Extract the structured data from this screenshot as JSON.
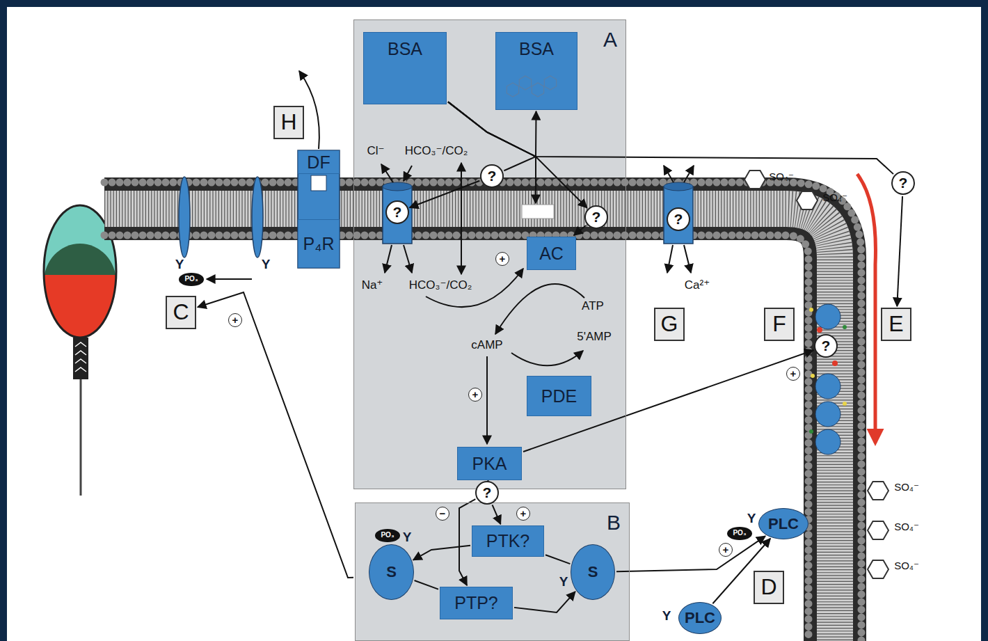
{
  "diagram": {
    "nodes": [
      {
        "text": [
          "A"
        ]
      },
      {
        "text": [
          "BSA"
        ],
        "in": 0
      },
      {
        "text": [
          "BSA"
        ],
        "in": 0
      },
      {
        "text": [
          "AC"
        ],
        "in": 0
      },
      {
        "text": [
          "PDE"
        ],
        "in": 0
      },
      {
        "text": [
          "PKA"
        ],
        "in": 0
      },
      {
        "text": [
          "B"
        ]
      },
      {
        "text": [
          "PTK?"
        ],
        "in": 6
      },
      {
        "text": [
          "PTP?"
        ],
        "in": 6
      },
      {
        "text": [
          "S"
        ],
        "in": 6
      },
      {
        "text": [
          "S"
        ],
        "in": 6
      },
      {
        "text": [
          "DF"
        ]
      },
      {
        "text": [
          "P₄R"
        ]
      },
      {
        "text": [
          "PLC"
        ]
      },
      {
        "text": [
          "PLC"
        ]
      },
      {
        "text": [
          "?"
        ],
        "in": 0
      },
      {
        "text": [
          "?"
        ],
        "in": 0
      },
      {
        "text": [
          "?"
        ],
        "in": 0
      },
      {
        "text": [
          "?"
        ]
      },
      {
        "text": [
          "?"
        ]
      },
      {
        "text": [
          "?"
        ]
      },
      {
        "text": [
          "?"
        ]
      },
      {
        "text": [
          "H"
        ]
      },
      {
        "text": [
          "C"
        ]
      },
      {
        "text": [
          "G"
        ]
      },
      {
        "text": [
          "F"
        ]
      },
      {
        "text": [
          "E"
        ]
      },
      {
        "text": [
          "D"
        ]
      },
      {
        "text": [
          "PO₃"
        ]
      },
      {
        "text": [
          "PO₃"
        ],
        "in": 6
      },
      {
        "text": [
          "PO₃"
        ]
      }
    ],
    "edges": [
      {
        "from": 1,
        "to": 2,
        "arrow": "to"
      },
      {
        "from": 1,
        "to": 15,
        "arrow": "none"
      },
      {
        "from": 15,
        "to": 16,
        "arrow": "to"
      },
      {
        "from": 1,
        "to": 17,
        "arrow": "to"
      },
      {
        "from": 17,
        "to": 3,
        "arrow": "to"
      },
      {
        "from": 1,
        "to": 19,
        "arrow": "none"
      },
      {
        "from": 19,
        "to": 26,
        "arrow": "to"
      },
      {
        "from": 5,
        "to": 21,
        "arrow": "none"
      },
      {
        "from": 21,
        "to": 7,
        "arrow": "to"
      },
      {
        "from": 21,
        "to": 8,
        "arrow": "to"
      },
      {
        "from": 5,
        "to": 20,
        "arrow": "to"
      },
      {
        "from": 7,
        "to": 9,
        "arrow": "to"
      },
      {
        "from": 9,
        "to": 8,
        "arrow": "none"
      },
      {
        "from": 8,
        "to": 10,
        "arrow": "to"
      },
      {
        "from": 7,
        "to": 10,
        "arrow": "none"
      },
      {
        "from": 6,
        "to": 23,
        "arrow": "to"
      },
      {
        "from": 10,
        "to": 13,
        "arrow": "to"
      },
      {
        "from": 14,
        "to": 13,
        "arrow": "to"
      }
    ],
    "labels": [
      "Cl⁻",
      "HCO₃⁻/CO₂",
      "Na⁺",
      "HCO₃⁻/CO₂",
      "ATP",
      "cAMP",
      "5'AMP",
      "Ca²⁺",
      "SO₄⁻",
      "SO₄⁻",
      "SO₄⁻",
      "SO₄⁻",
      "SO₄⁻",
      "Y",
      "Y",
      "Y",
      "Y",
      "Y",
      "Y",
      "+",
      "+",
      "+",
      "+",
      "+",
      "+",
      "−"
    ]
  }
}
